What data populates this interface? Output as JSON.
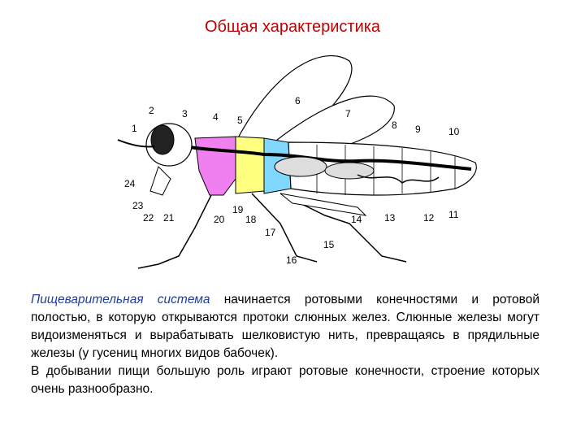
{
  "slide": {
    "title": "Общая характеристика"
  },
  "figure": {
    "callouts": [
      "1",
      "2",
      "3",
      "4",
      "5",
      "6",
      "7",
      "8",
      "9",
      "10",
      "11",
      "12",
      "13",
      "14",
      "15",
      "16",
      "17",
      "18",
      "19",
      "20",
      "21",
      "22",
      "23",
      "24"
    ],
    "colors": {
      "head_segment": "#f080f0",
      "thorax_segment": "#ffff80",
      "abdomen_segment": "#80d8ff",
      "outline": "#000000"
    }
  },
  "text": {
    "paragraph1_term": "Пищеварительная система",
    "paragraph1_rest": " начинается ротовыми конечностями и ротовой полостью, в которую открываются протоки слюнных желез. Слюнные железы могут видоизменяться и вырабатывать шелковистую нить, превращаясь в прядильные железы (у гусениц многих видов бабочек).",
    "paragraph2": "В добывании пищи большую роль играют ротовые конечности, строение которых очень разнообразно."
  }
}
